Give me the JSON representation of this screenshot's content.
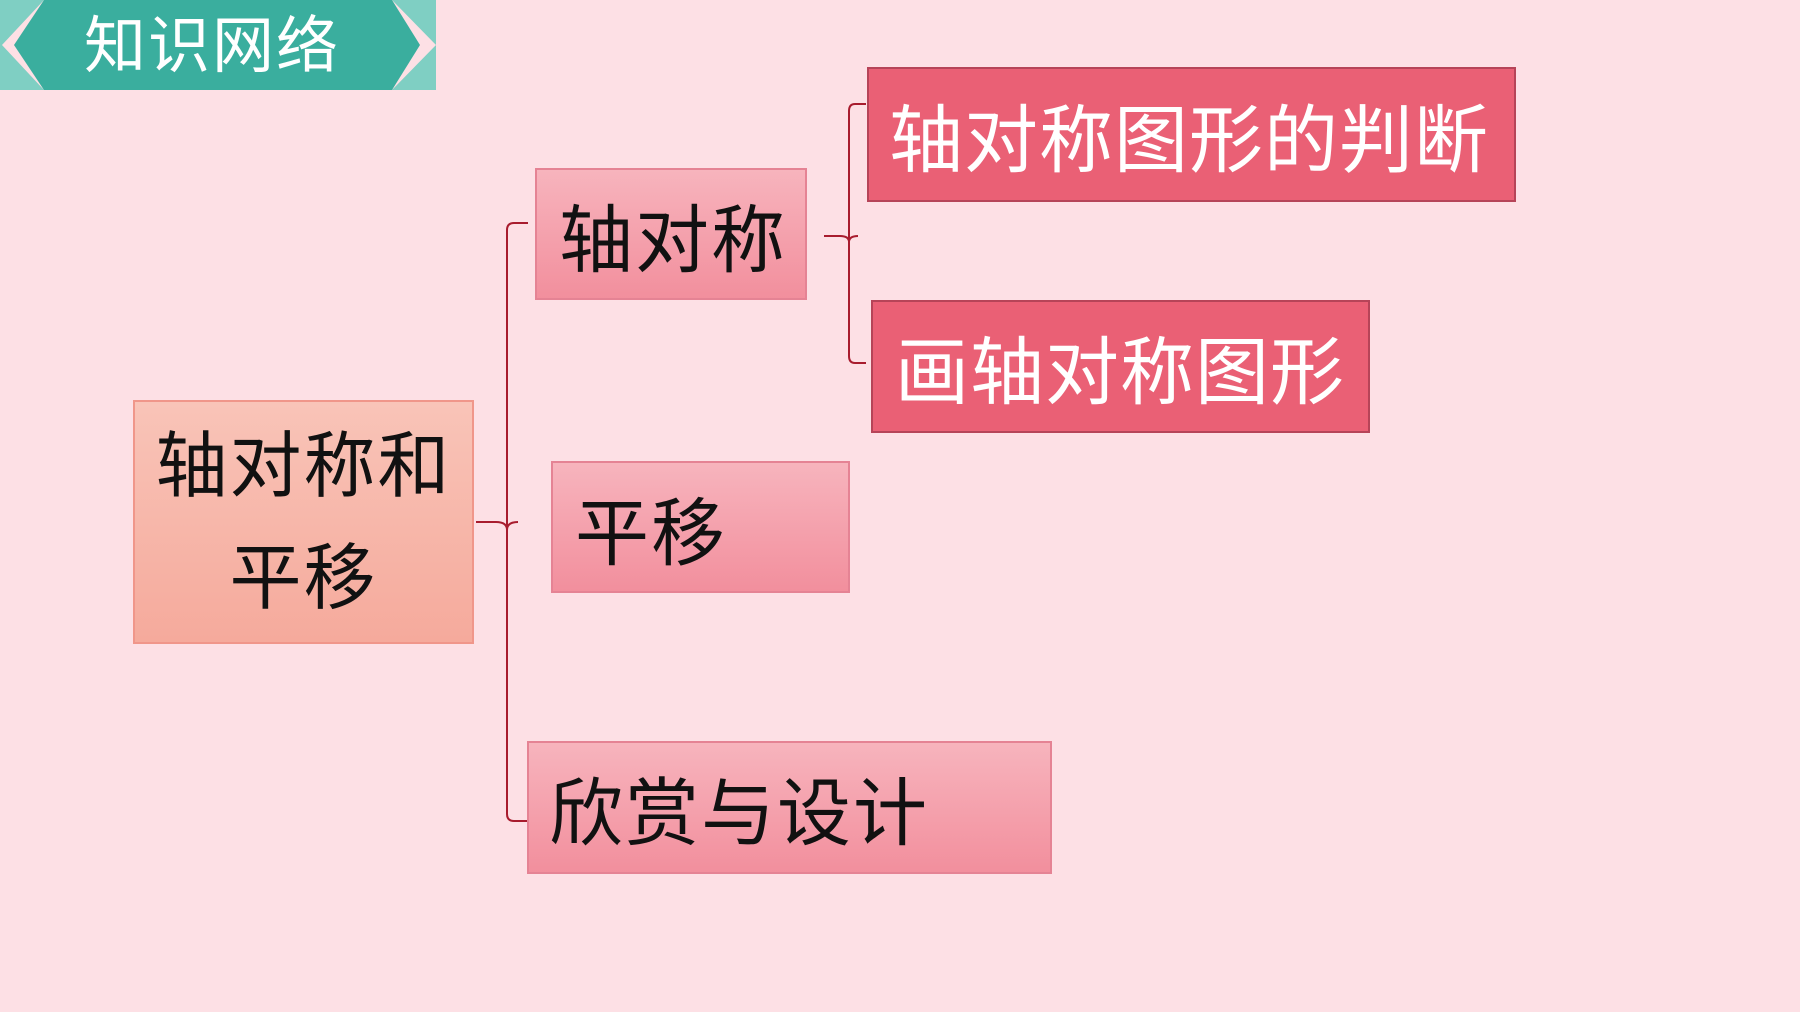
{
  "header": {
    "title": "知识网络"
  },
  "mindmap": {
    "root": {
      "label_line1": "轴对称和",
      "label_line2": "平移"
    },
    "branches": [
      {
        "label": "轴对称",
        "children": [
          {
            "label": "轴对称图形的判断"
          },
          {
            "label": "画轴对称图形"
          }
        ]
      },
      {
        "label": "平移"
      },
      {
        "label": "欣赏与设计"
      }
    ]
  },
  "colors": {
    "background": "#fde0e5",
    "ribbon": "#3aae9e",
    "ribbon_light": "#7fcfc3",
    "root_fill": "#f7b6a9",
    "branch_fill": "#f4a1ac",
    "leaf_fill": "#ea6075",
    "connector": "#a81c2e"
  }
}
